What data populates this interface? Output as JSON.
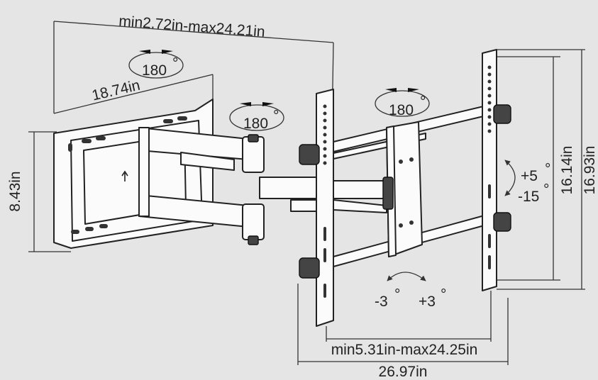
{
  "labels": {
    "top_span": "min2.72in-max24.21in",
    "wall_width": "18.74in",
    "wall_height": "8.43in",
    "swivel_1": "180",
    "swivel_2": "180",
    "swivel_3": "180",
    "degree": "°",
    "tilt_up": "+5",
    "tilt_down": "-15",
    "tv_rail_height": "16.14in",
    "tv_height": "16.93in",
    "rotate_left": "-3",
    "rotate_right": "+3",
    "vesa_width": "min5.31in-max24.25in",
    "total_width": "26.97in"
  }
}
